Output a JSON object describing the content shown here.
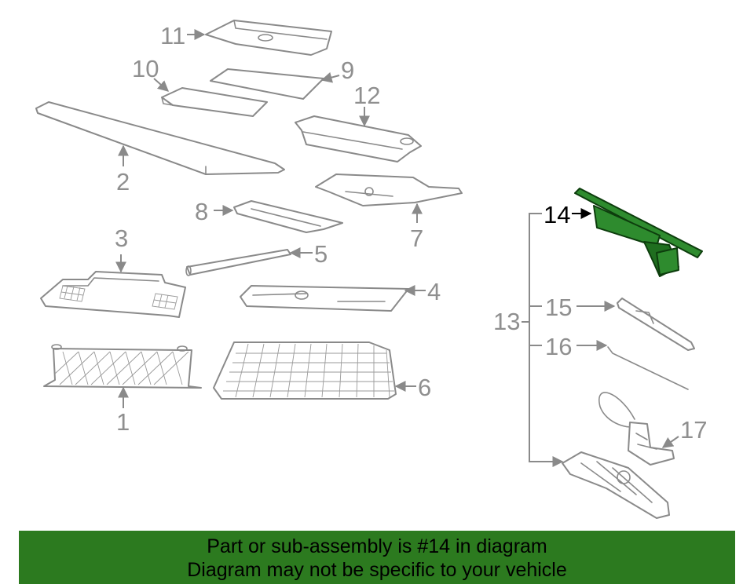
{
  "diagram": {
    "highlighted_part": "14",
    "highlight_color": "#2e8b2e",
    "callouts": {
      "c1": "1",
      "c2": "2",
      "c3": "3",
      "c4": "4",
      "c5": "5",
      "c6": "6",
      "c7": "7",
      "c8": "8",
      "c9": "9",
      "c10": "10",
      "c11": "11",
      "c12": "12",
      "c13": "13",
      "c14": "14",
      "c15": "15",
      "c16": "16",
      "c17": "17"
    }
  },
  "banner": {
    "line1": "Part or sub-assembly is #14 in diagram",
    "line2": "Diagram may not be specific to your vehicle",
    "background": "#2c7a1f"
  }
}
